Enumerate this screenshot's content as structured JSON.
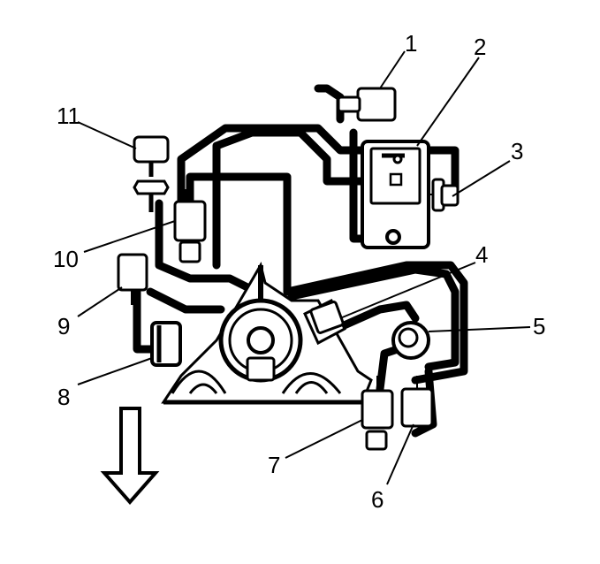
{
  "callouts": [
    {
      "label": "1"
    },
    {
      "label": "2"
    },
    {
      "label": "3"
    },
    {
      "label": "4"
    },
    {
      "label": "5"
    },
    {
      "label": "6"
    },
    {
      "label": "7"
    },
    {
      "label": "8"
    },
    {
      "label": "9"
    },
    {
      "label": "10"
    },
    {
      "label": "11"
    }
  ],
  "icons": {
    "front_arrow": "arrow-down-icon"
  },
  "colors": {
    "line": "#000000",
    "background": "#ffffff"
  }
}
